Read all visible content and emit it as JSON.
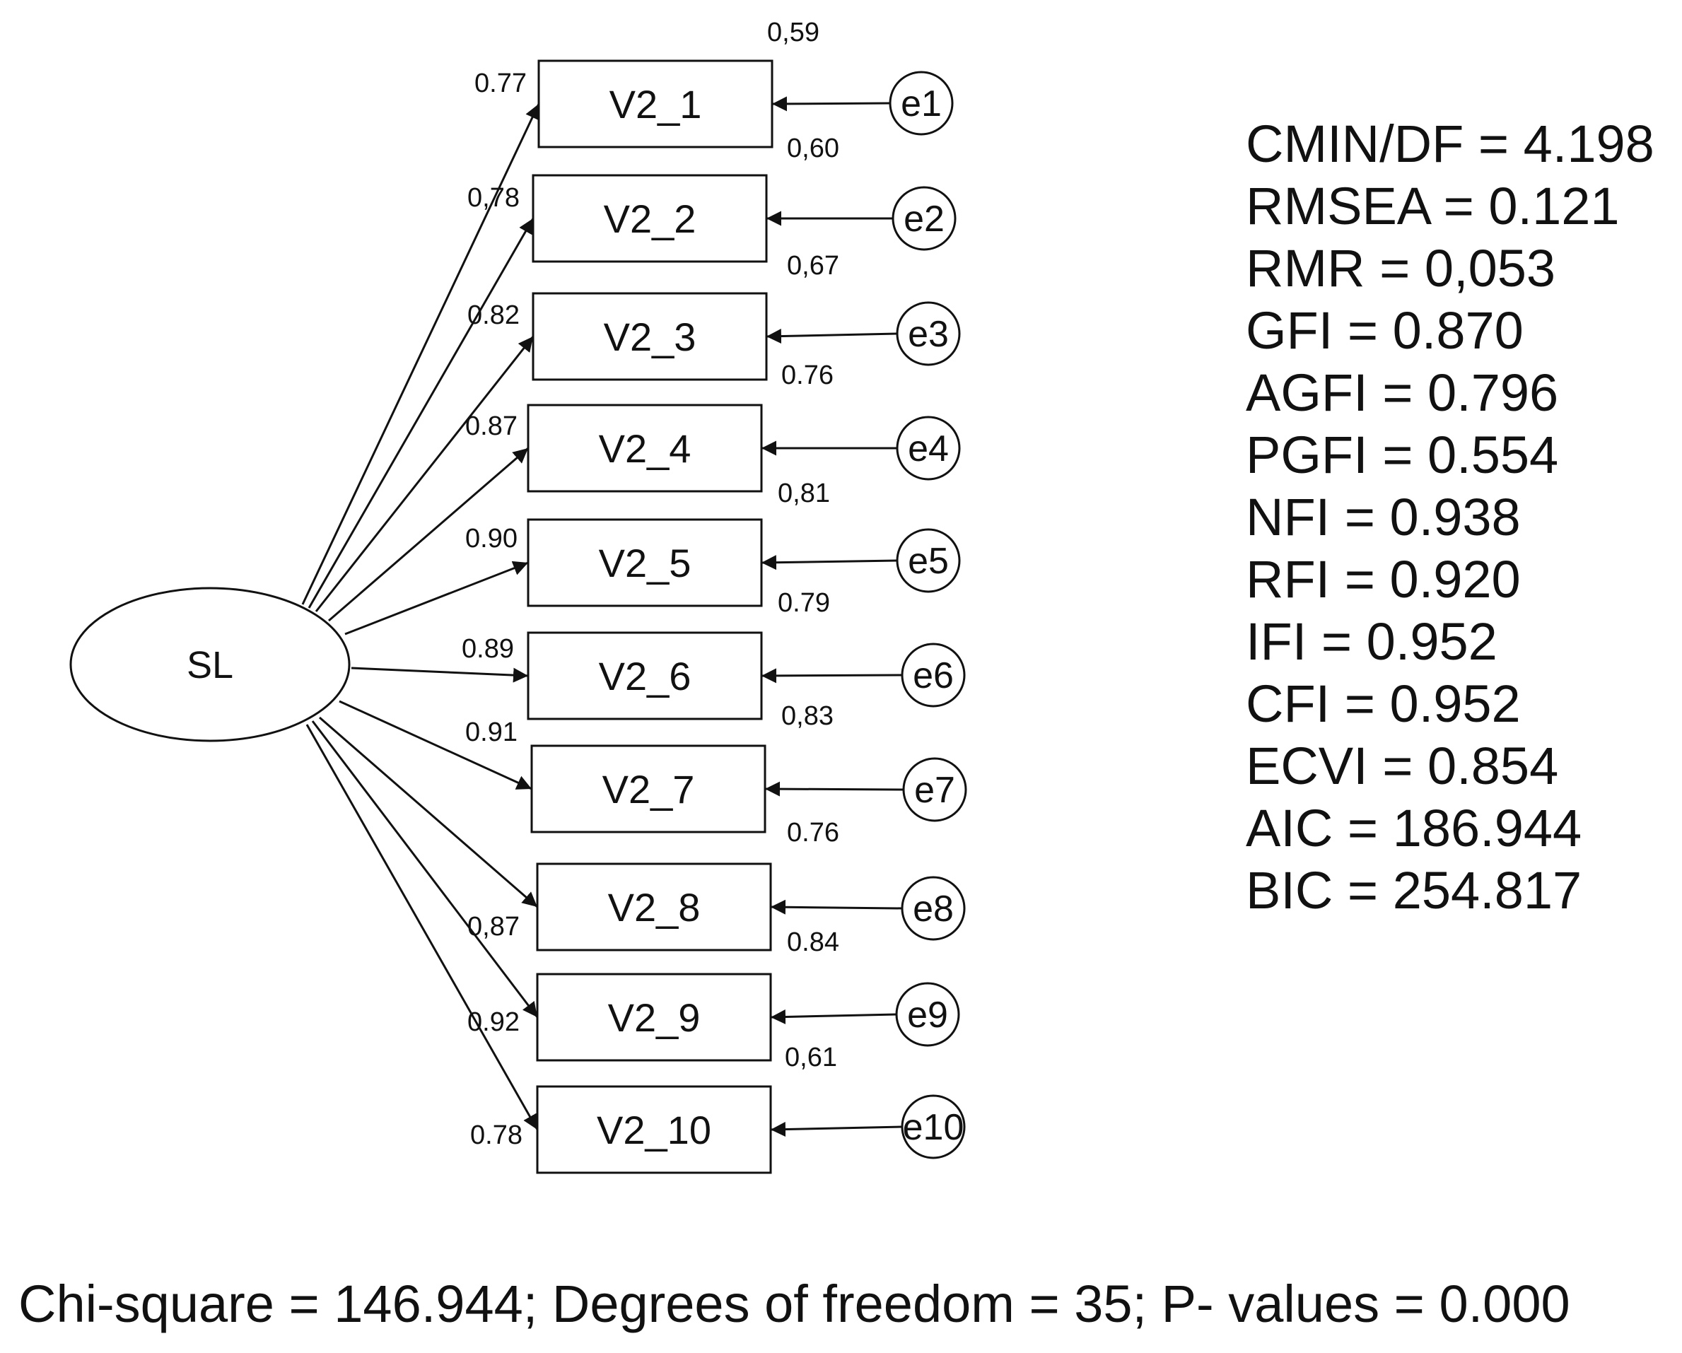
{
  "latent": {
    "label": "SL"
  },
  "indicators": [
    {
      "label": "V2_1",
      "error": "e1",
      "loading": "0.77",
      "r2": "0,59"
    },
    {
      "label": "V2_2",
      "error": "e2",
      "loading": "0,78",
      "r2": "0,60"
    },
    {
      "label": "V2_3",
      "error": "e3",
      "loading": "0.82",
      "r2": "0,67"
    },
    {
      "label": "V2_4",
      "error": "e4",
      "loading": "0.87",
      "r2": "0.76"
    },
    {
      "label": "V2_5",
      "error": "e5",
      "loading": "0.90",
      "r2": "0,81"
    },
    {
      "label": "V2_6",
      "error": "e6",
      "loading": "0.89",
      "r2": "0.79"
    },
    {
      "label": "V2_7",
      "error": "e7",
      "loading": "0.91",
      "r2": "0,83"
    },
    {
      "label": "V2_8",
      "error": "e8",
      "loading": "0,87",
      "r2": "0.76"
    },
    {
      "label": "V2_9",
      "error": "e9",
      "loading": "0.92",
      "r2": "0.84"
    },
    {
      "label": "V2_10",
      "error": "e10",
      "loading": "0.78",
      "r2": "0,61"
    }
  ],
  "fit_indices": [
    "CMIN/DF = 4.198",
    "RMSEA =  0.121",
    "RMR =  0,053",
    "GFI =   0.870",
    "AGFI = 0.796",
    "PGFI = 0.554",
    "NFI =   0.938",
    "RFI =  0.920",
    "IFI =   0.952",
    "CFI =  0.952",
    "ECVI =  0.854",
    "AIC = 186.944",
    "BIC = 254.817"
  ],
  "summary": "Chi-square = 146.944; Degrees of freedom = 35; P- values =  0.000"
}
